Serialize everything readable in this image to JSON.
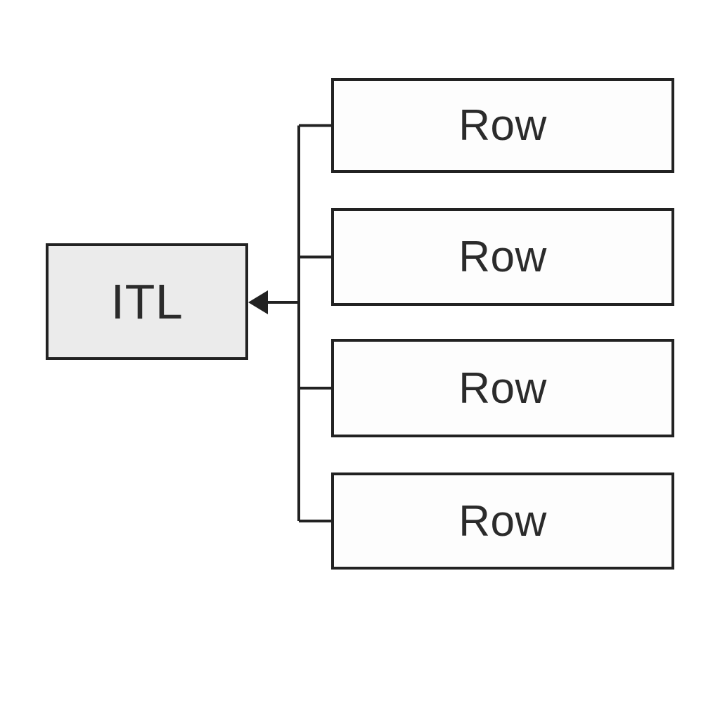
{
  "diagram": {
    "colors": {
      "bg": "#ffffff",
      "line": "#222222",
      "text": "#2b2b2b",
      "source_fill": "#ebebeb",
      "row_fill": "#fdfdfd"
    },
    "source_box": {
      "label": "ITL"
    },
    "rows": [
      {
        "label": "Row"
      },
      {
        "label": "Row"
      },
      {
        "label": "Row"
      },
      {
        "label": "Row"
      }
    ],
    "connector": {
      "type": "elbow-tree",
      "arrow_direction": "left",
      "arrow_target": "ITL"
    }
  }
}
